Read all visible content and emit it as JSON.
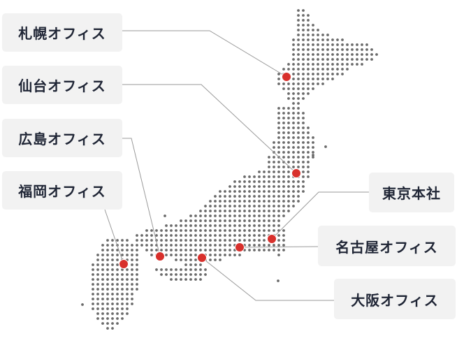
{
  "map": {
    "dot_color": "#6a6a6a",
    "marker_color": "#d8302c",
    "offices": [
      {
        "id": "sapporo",
        "name": "札幌オフィス"
      },
      {
        "id": "sendai",
        "name": "仙台オフィス"
      },
      {
        "id": "hiroshima",
        "name": "広島オフィス"
      },
      {
        "id": "fukuoka",
        "name": "福岡オフィス"
      },
      {
        "id": "tokyo",
        "name": "東京本社"
      },
      {
        "id": "nagoya",
        "name": "名古屋オフィス"
      },
      {
        "id": "osaka",
        "name": "大阪オフィス"
      }
    ]
  }
}
